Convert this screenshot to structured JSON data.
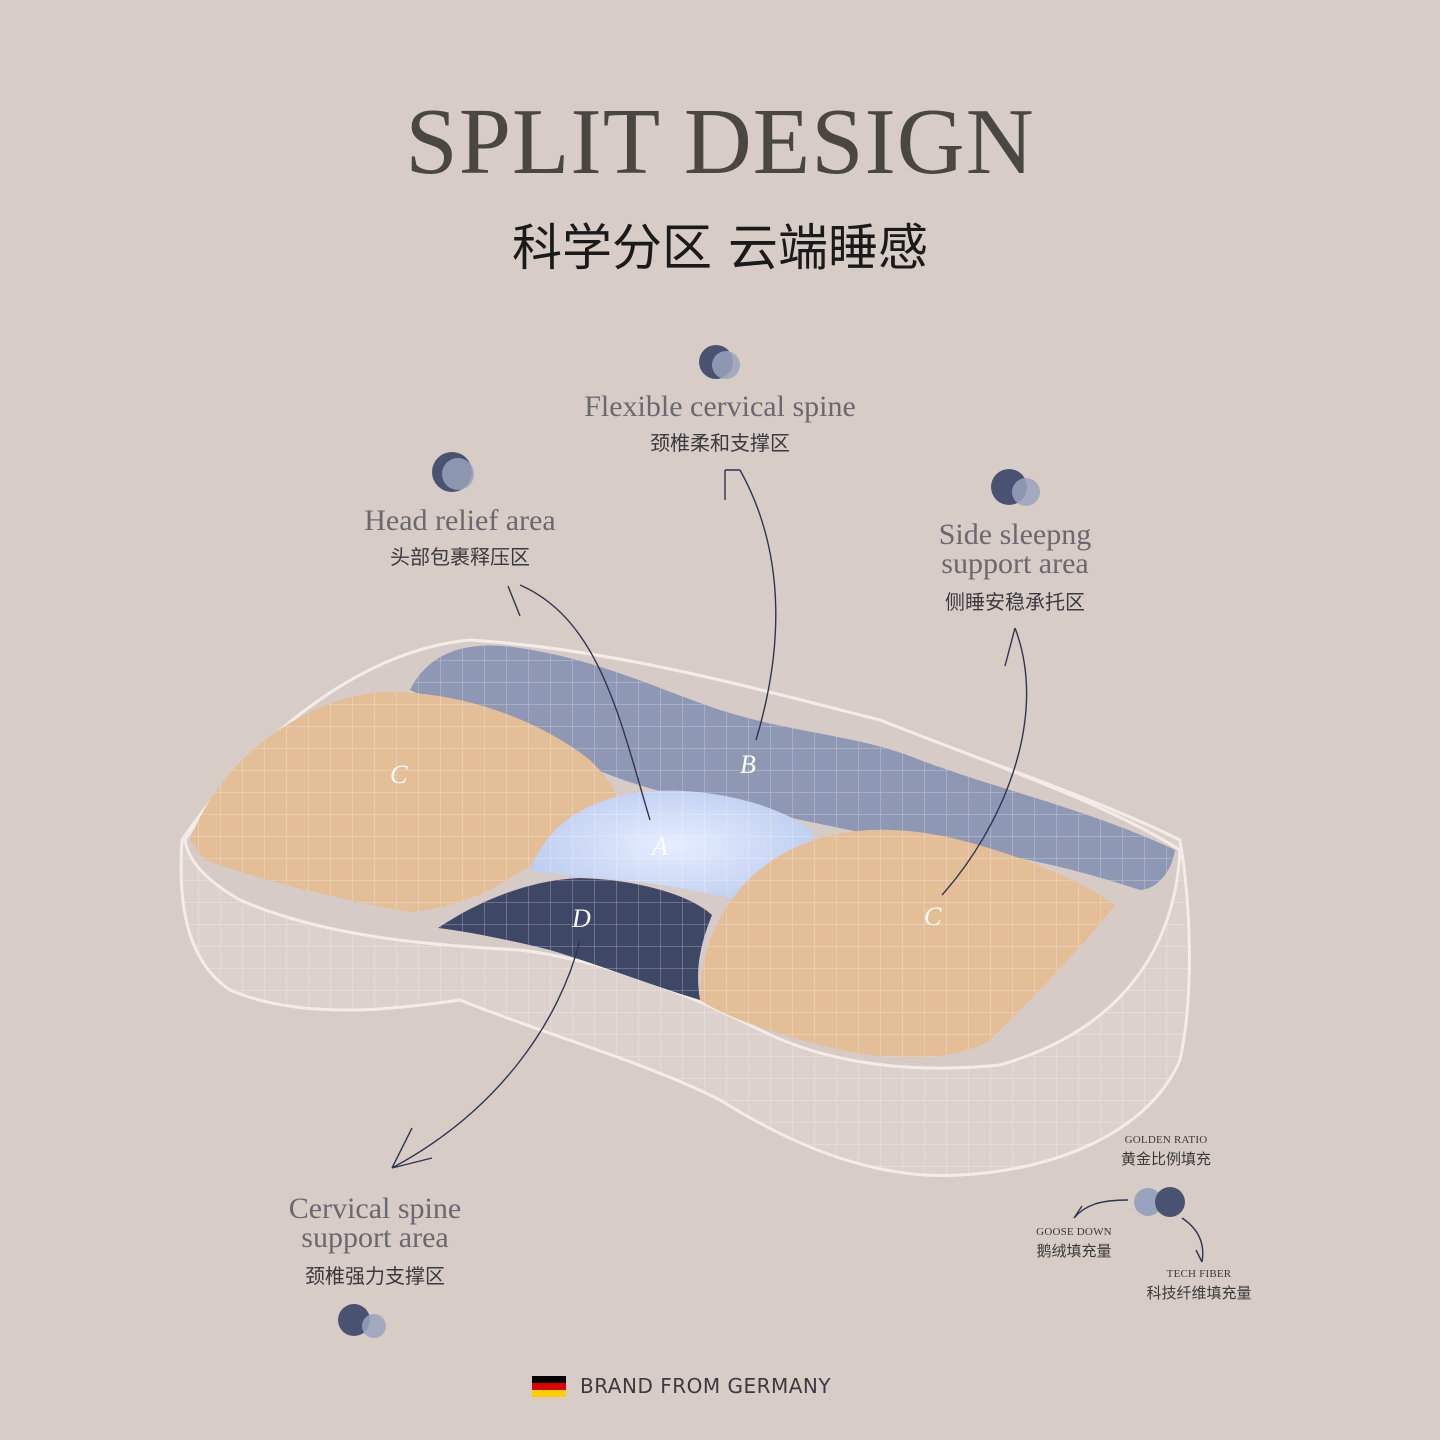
{
  "header": {
    "title": "SPLIT DESIGN",
    "subtitle": "科学分区 云端睡感"
  },
  "zones": {
    "A": "A",
    "B": "B",
    "C_left": "C",
    "C_right": "C",
    "D": "D"
  },
  "callouts": {
    "cervical_flex": {
      "en": "Flexible cervical spine",
      "zh": "颈椎柔和支撑区"
    },
    "head_relief": {
      "en": "Head relief area",
      "zh": "头部包裹释压区"
    },
    "side_sleep": {
      "en_line1": "Side sleepng",
      "en_line2": "support area",
      "zh": "侧睡安稳承托区"
    },
    "cervical_support": {
      "en_line1": "Cervical spine",
      "en_line2": "support area",
      "zh": "颈椎强力支撑区"
    }
  },
  "legend": {
    "golden_ratio": {
      "en": "GOLDEN RATIO",
      "zh": "黄金比例填充"
    },
    "goose_down": {
      "en": "GOOSE DOWN",
      "zh": "鹅绒填充量"
    },
    "tech_fiber": {
      "en": "TECH FIBER",
      "zh": "科技纤维填充量"
    }
  },
  "footer": {
    "text": "BRAND FROM GERMANY"
  },
  "colors": {
    "background": "#d8ccc6",
    "dark_dot": "#4a5272",
    "light_dot": "#9aa3bd",
    "zone_a": "#c9d8f5",
    "zone_b": "#8e98b4",
    "zone_c": "#e3be97",
    "zone_d": "#3e4766",
    "pillow_body": "#ddd1cd",
    "flag_black": "#000000",
    "flag_red": "#dd0000",
    "flag_gold": "#ffce00"
  }
}
